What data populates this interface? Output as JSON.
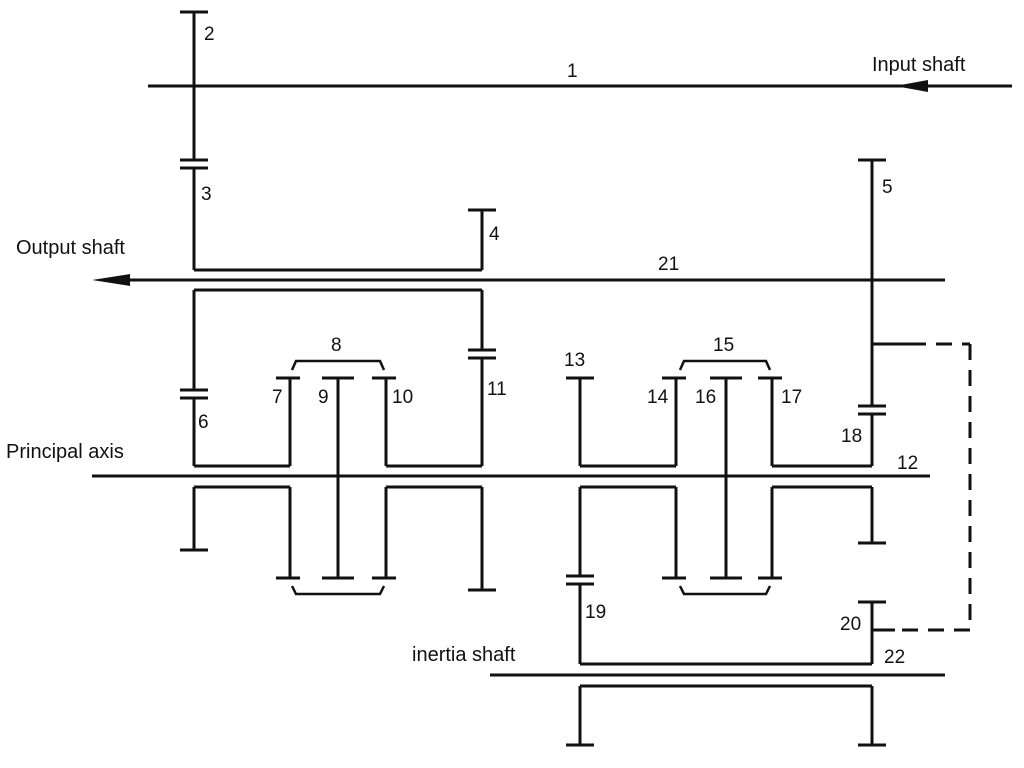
{
  "labels": {
    "input_shaft": "Input shaft",
    "output_shaft": "Output shaft",
    "principal_axis": "Principal axis",
    "inertia_shaft": "inertia shaft"
  },
  "numbers": {
    "n1": "1",
    "n2": "2",
    "n3": "3",
    "n4": "4",
    "n5": "5",
    "n6": "6",
    "n7": "7",
    "n8": "8",
    "n9": "9",
    "n10": "10",
    "n11": "11",
    "n12": "12",
    "n13": "13",
    "n14": "14",
    "n15": "15",
    "n16": "16",
    "n17": "17",
    "n18": "18",
    "n19": "19",
    "n20": "20",
    "n21": "21",
    "n22": "22"
  }
}
